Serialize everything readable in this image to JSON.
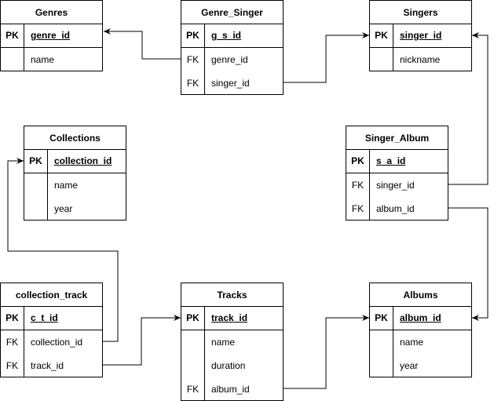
{
  "tables": {
    "genres": {
      "title": "Genres",
      "rows": [
        {
          "key": "PK",
          "field": "genre_id"
        },
        {
          "key": "",
          "field": "name"
        }
      ]
    },
    "genre_singer": {
      "title": "Genre_Singer",
      "rows": [
        {
          "key": "PK",
          "field": "g_s_id"
        },
        {
          "key": "FK",
          "field": "genre_id"
        },
        {
          "key": "FK",
          "field": "singer_id"
        }
      ]
    },
    "singers": {
      "title": "Singers",
      "rows": [
        {
          "key": "PK",
          "field": "singer_id"
        },
        {
          "key": "",
          "field": "nickname"
        }
      ]
    },
    "collections": {
      "title": "Collections",
      "rows": [
        {
          "key": "PK",
          "field": "collection_id"
        },
        {
          "key": "",
          "field": "name"
        },
        {
          "key": "",
          "field": "year"
        }
      ]
    },
    "singer_album": {
      "title": "Singer_Album",
      "rows": [
        {
          "key": "PK",
          "field": "s_a_id"
        },
        {
          "key": "FK",
          "field": "singer_id"
        },
        {
          "key": "FK",
          "field": "album_id"
        }
      ]
    },
    "collection_track": {
      "title": "collection_track",
      "rows": [
        {
          "key": "PK",
          "field": "c_t_id"
        },
        {
          "key": "FK",
          "field": "collection_id"
        },
        {
          "key": "FK",
          "field": "track_id"
        }
      ]
    },
    "tracks": {
      "title": "Tracks",
      "rows": [
        {
          "key": "PK",
          "field": "track_id"
        },
        {
          "key": "",
          "field": "name"
        },
        {
          "key": "",
          "field": "duration"
        },
        {
          "key": "FK",
          "field": "album_id"
        }
      ]
    },
    "albums": {
      "title": "Albums",
      "rows": [
        {
          "key": "PK",
          "field": "album_id"
        },
        {
          "key": "",
          "field": "name"
        },
        {
          "key": "",
          "field": "year"
        }
      ]
    }
  },
  "relationships": [
    {
      "from": "genre_singer.genre_id",
      "to": "genres.genre_id"
    },
    {
      "from": "genre_singer.singer_id",
      "to": "singers.singer_id"
    },
    {
      "from": "singer_album.singer_id",
      "to": "singers.singer_id"
    },
    {
      "from": "singer_album.album_id",
      "to": "albums.album_id"
    },
    {
      "from": "collection_track.collection_id",
      "to": "collections.collection_id"
    },
    {
      "from": "collection_track.track_id",
      "to": "tracks.track_id"
    },
    {
      "from": "tracks.album_id",
      "to": "albums.album_id"
    }
  ],
  "colors": {
    "line": "#000000",
    "background": "#ffffff"
  }
}
